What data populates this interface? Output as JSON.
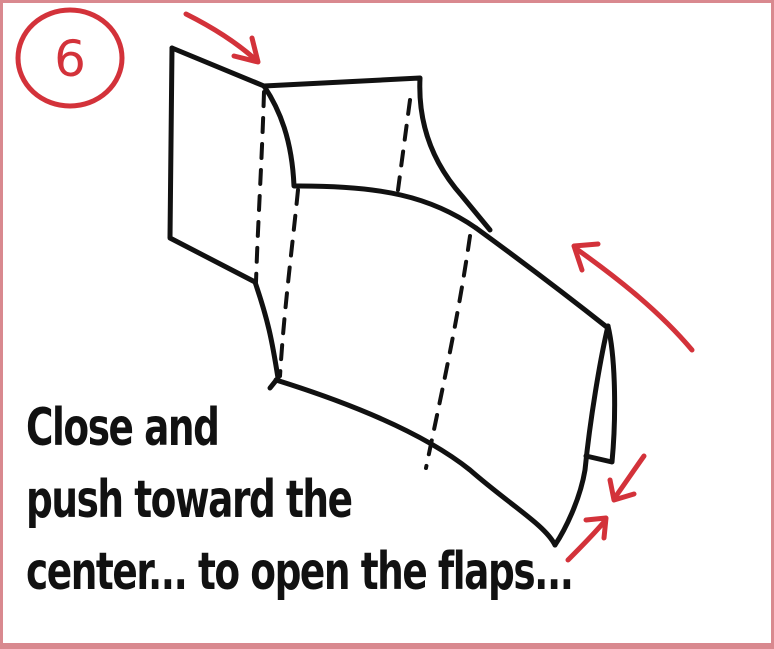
{
  "step": {
    "number": "6"
  },
  "caption": {
    "lines": [
      "Close and",
      "push toward the",
      "center... to open the flaps..."
    ]
  },
  "colors": {
    "ink": "#111111",
    "accent": "#d3323a",
    "border": "#d9898f",
    "background": "#ffffff"
  }
}
